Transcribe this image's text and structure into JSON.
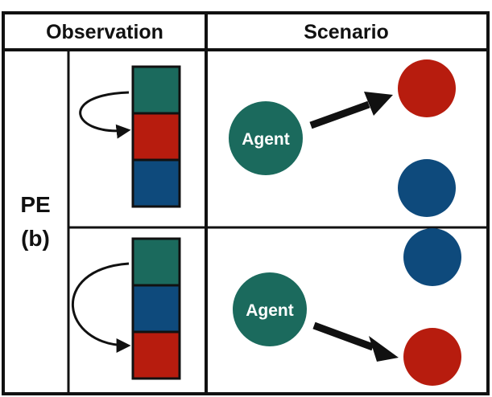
{
  "header": {
    "observation": "Observation",
    "scenario": "Scenario"
  },
  "row_label": {
    "line1": "PE",
    "line2": "(b)"
  },
  "colors": {
    "green": "#1b6a5d",
    "red": "#b71c0e",
    "blue": "#0e4a7c",
    "border": "#111111"
  },
  "rows": [
    {
      "stack": [
        "green",
        "red",
        "blue"
      ],
      "agent_label": "Agent",
      "target": "red"
    },
    {
      "stack": [
        "green",
        "blue",
        "red"
      ],
      "agent_label": "Agent",
      "target": "red"
    }
  ]
}
